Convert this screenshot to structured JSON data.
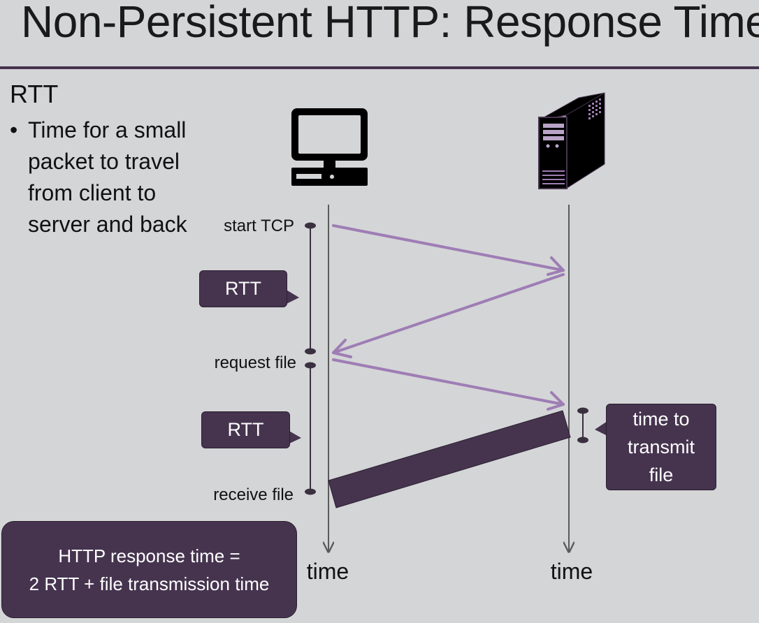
{
  "slide": {
    "title": "Non-Persistent HTTP: Response Time",
    "heading": "RTT",
    "bullet": "Time for a small packet to travel from client to server and back"
  },
  "diagram": {
    "labels": {
      "start_tcp": "start TCP",
      "request_file": "request file",
      "receive_file": "receive file"
    },
    "rtt_label_1": "RTT",
    "rtt_label_2": "RTT",
    "transmit_label": "time to transmit file",
    "client_axis_label": "time",
    "server_axis_label": "time",
    "client_icon": "desktop-computer-icon",
    "server_icon": "server-tower-icon",
    "colors": {
      "accent": "#46344f",
      "arrow": "#9e7db4",
      "axis": "#5a5a5a"
    }
  },
  "summary": {
    "line1": "HTTP response time =",
    "line2": "2 RTT + file transmission time"
  }
}
